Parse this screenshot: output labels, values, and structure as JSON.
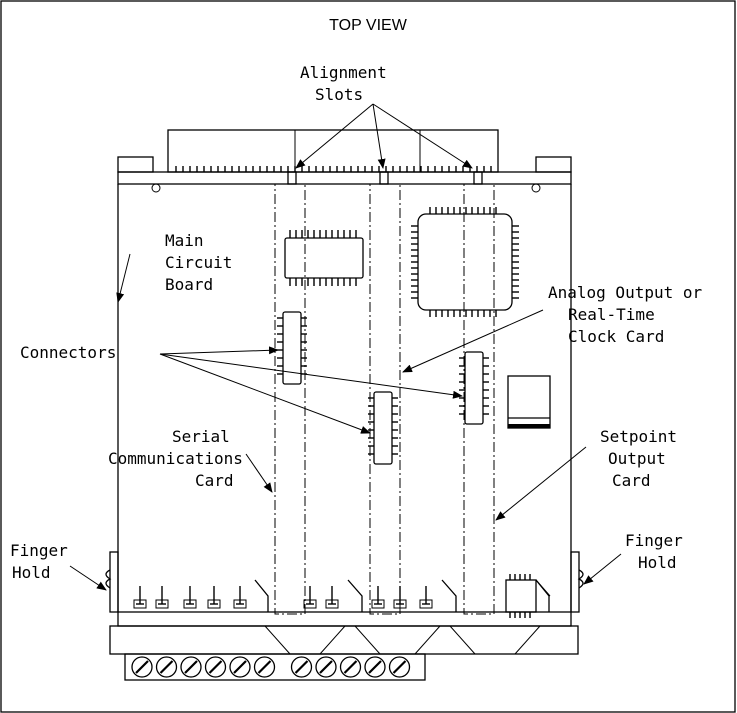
{
  "title": "TOP VIEW",
  "labels": {
    "alignment": [
      "Alignment",
      "Slots"
    ],
    "main_board": [
      "Main",
      "Circuit",
      "Board"
    ],
    "connectors": [
      "Connectors"
    ],
    "analog": [
      "Analog Output or",
      "Real-Time",
      "Clock Card"
    ],
    "serial": [
      "Serial",
      "Communications",
      "Card"
    ],
    "setpoint": [
      "Setpoint",
      "Output",
      "Card"
    ],
    "finger_left": [
      "Finger",
      "Hold"
    ],
    "finger_right": [
      "Finger",
      "Hold"
    ]
  }
}
